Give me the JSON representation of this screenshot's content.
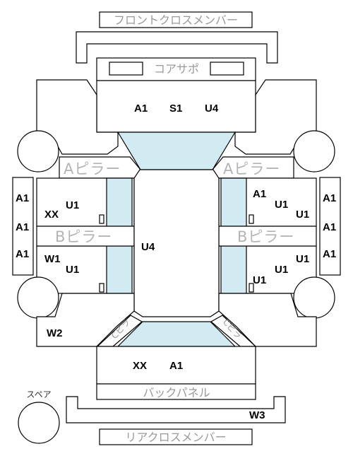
{
  "labels": {
    "front_cross_member": "フロントクロスメンバー",
    "core_support": "コアサポ",
    "a_pillar_left": "Aピラー",
    "a_pillar_right": "Aピラー",
    "b_pillar_left": "Bピラー",
    "b_pillar_right": "Bピラー",
    "back_panel": "バックパネル",
    "rear_cross_member": "リアクロスメンバー",
    "spare": "スペア",
    "c_pillar_left": "Cピラ",
    "c_pillar_right": "Cピラ"
  },
  "codes": {
    "hood_1": "A1",
    "hood_2": "S1",
    "hood_3": "U4",
    "roof": "U4",
    "trunk_1": "XX",
    "trunk_2": "A1",
    "front_left_door_1": "U1",
    "front_left_door_2": "XX",
    "rear_left_door_1": "W1",
    "rear_left_door_2": "U1",
    "front_right_door_1": "A1",
    "front_right_door_2": "U1",
    "front_right_door_3": "U1",
    "rear_right_door_1": "U1",
    "rear_right_door_2": "U1",
    "rear_right_door_3": "U1",
    "left_sill_1": "A1",
    "left_sill_2": "A1",
    "left_sill_3": "A1",
    "right_sill_1": "A1",
    "right_sill_2": "A1",
    "right_sill_3": "A1",
    "left_rear_fender": "W2",
    "rear_bumper": "W3"
  }
}
